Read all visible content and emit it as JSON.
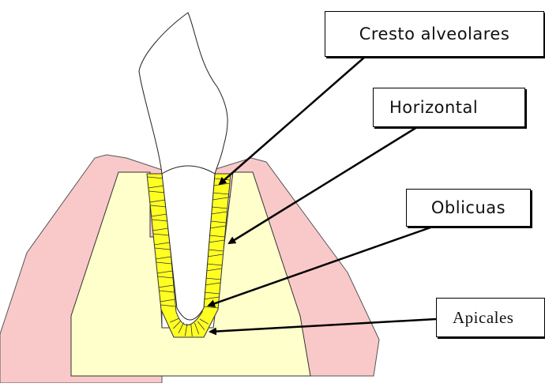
{
  "colors": {
    "gum": "#f9c9c9",
    "gum_stroke": "#555555",
    "bone": "#ffffcc",
    "ligament": "#ffff22",
    "tooth": "#ffffff",
    "arrow": "#000000"
  },
  "labels": {
    "cresto": "Cresto alveolares",
    "horizontal": "Horizontal",
    "oblicuas": "Oblicuas",
    "apicales": "Apicales"
  }
}
